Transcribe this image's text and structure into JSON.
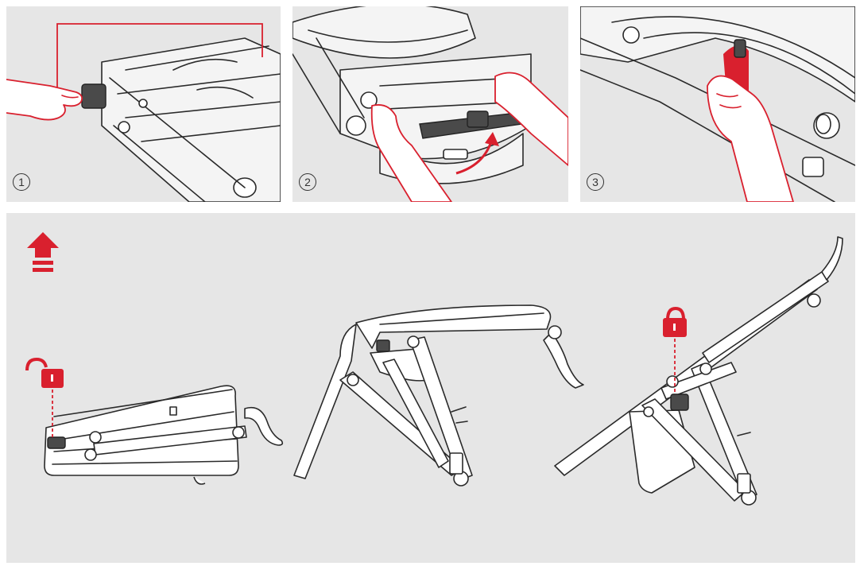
{
  "steps": [
    {
      "id": 1,
      "badge": "1",
      "icon": "hand-pulling-lever"
    },
    {
      "id": 2,
      "badge": "2",
      "icon": "hands-lifting-handlebar"
    },
    {
      "id": 3,
      "badge": "3",
      "icon": "hand-pressing-red-latch"
    }
  ],
  "bottom": {
    "direction_icon": "up-arrow-icon",
    "stages": [
      {
        "name": "folded-stroller",
        "lock_state": "unlocked",
        "lock_icon": "padlock-open-icon"
      },
      {
        "name": "half-unfolded-stroller",
        "lock_state": "none"
      },
      {
        "name": "unfolded-stroller",
        "lock_state": "locked",
        "lock_icon": "padlock-closed-icon"
      }
    ]
  },
  "colors": {
    "accent": "#d9202e",
    "panel_bg": "#e6e6e6",
    "line": "#2a2a2a"
  }
}
